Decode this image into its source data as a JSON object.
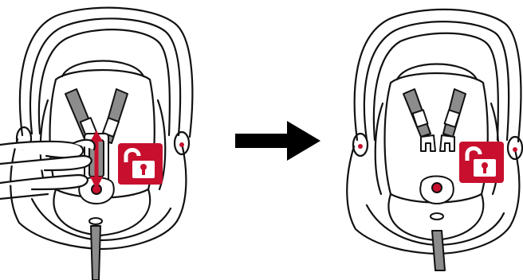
{
  "diagram": {
    "steps": [
      {
        "id": "before",
        "harness_state": "buckled",
        "indicator": {
          "icon": "unlock-icon",
          "color": "#c8102e"
        }
      },
      {
        "id": "after",
        "harness_state": "unbuckled",
        "indicator": {
          "icon": "unlock-icon",
          "color": "#c8102e"
        }
      }
    ],
    "transition": {
      "icon": "arrow-right-icon",
      "color": "#000000"
    },
    "colors": {
      "outline": "#111111",
      "fill": "#ffffff",
      "strap": "#8c8c8c",
      "accent": "#c8102e"
    }
  }
}
